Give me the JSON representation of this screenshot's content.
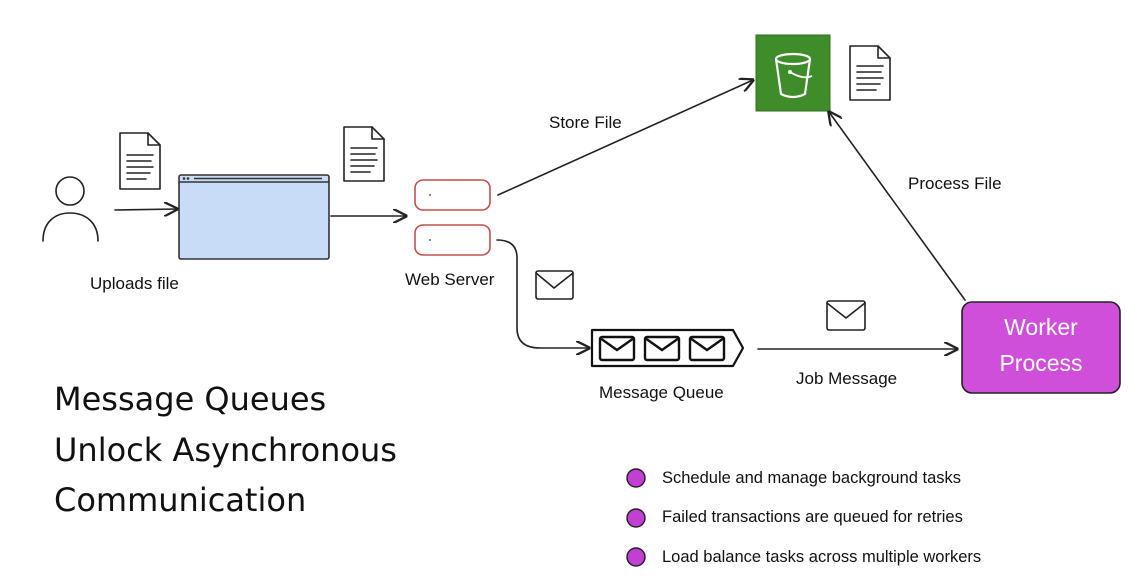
{
  "nodes": {
    "user": {
      "icon": "user-icon"
    },
    "browser": {
      "icon": "browser-window-icon"
    },
    "web_server": {
      "label": "Web Server",
      "icon": "server-icon"
    },
    "storage": {
      "icon": "storage-bucket-icon",
      "color": "#3f8d2a"
    },
    "message_queue": {
      "label": "Message Queue",
      "icon": "queue-icon"
    },
    "worker": {
      "label_line1": "Worker",
      "label_line2": "Process",
      "color": "#cf4fdb"
    }
  },
  "edges": {
    "uploads": {
      "label": "Uploads file"
    },
    "store": {
      "label": "Store File"
    },
    "process": {
      "label": "Process File"
    },
    "job": {
      "label": "Job Message"
    }
  },
  "title": {
    "line1": "Message Queues",
    "line2": "Unlock Asynchronous",
    "line3": "Communication"
  },
  "bullets": [
    {
      "text": "Schedule and manage background tasks"
    },
    {
      "text": "Failed transactions are queued for retries"
    },
    {
      "text": "Load balance tasks across multiple workers"
    }
  ],
  "colors": {
    "accent": "#c23fd4",
    "browser_fill": "#c9dcf7",
    "server_stroke": "#c0504d"
  }
}
